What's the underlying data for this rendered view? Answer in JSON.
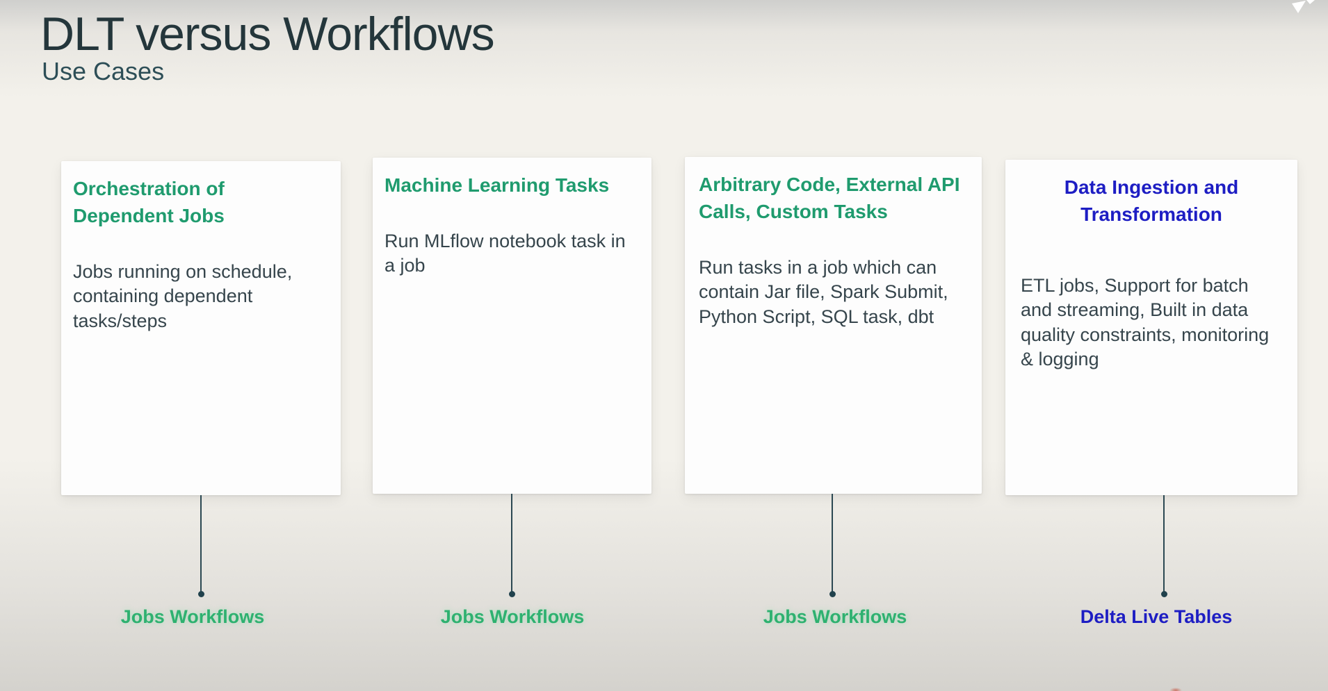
{
  "slide": {
    "title": "DLT versus Workflows",
    "subtitle": "Use Cases"
  },
  "colors": {
    "green_heading": "#1f9b6e",
    "green_label": "#2eb170",
    "blue_heading": "#1d1dc3",
    "blue_label": "#1d1dc3",
    "title_text": "#24363b",
    "subtitle_text": "#2d4e57",
    "body_text": "#36454c",
    "connector": "#2b4852",
    "card_background": "#fdfdfd",
    "slide_background": "#f3f1eb"
  },
  "cards": [
    {
      "heading": "Orchestration of Dependent Jobs",
      "body": "Jobs running on schedule, containing dependent tasks/steps",
      "label": "Jobs Workflows",
      "accent": "green"
    },
    {
      "heading": "Machine Learning Tasks",
      "body": "Run MLflow notebook task in a job",
      "label": "Jobs Workflows",
      "accent": "green"
    },
    {
      "heading": "Arbitrary Code, External API Calls, Custom Tasks",
      "body": "Run tasks in a job which can contain Jar file, Spark Submit, Python Script, SQL task, dbt",
      "label": "Jobs Workflows",
      "accent": "green"
    },
    {
      "heading": "Data Ingestion and Transformation",
      "body": "ETL jobs, Support for batch and streaming, Built in data quality constraints, monitoring & logging",
      "label": "Delta Live Tables",
      "accent": "blue"
    }
  ],
  "icons": {
    "cursor": "white-cursor-arrow",
    "red_mark": "partial-red-dot"
  }
}
